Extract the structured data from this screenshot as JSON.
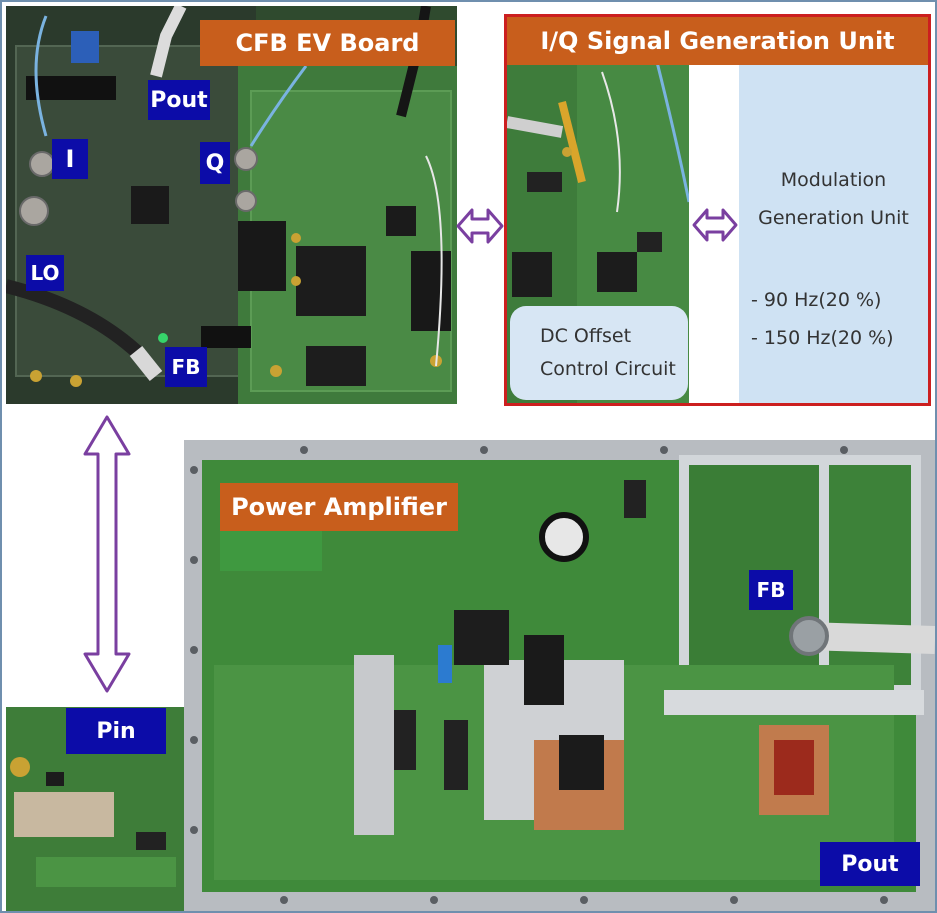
{
  "cfb_board": {
    "title": "CFB EV Board",
    "labels": {
      "i": "I",
      "q": "Q",
      "pout": "Pout",
      "lo": "LO",
      "fb": "FB"
    }
  },
  "iq_unit": {
    "title": "I/Q Signal  Generation Unit",
    "dc_offset": {
      "line1": "DC Offset",
      "line2": "Control Circuit"
    },
    "modulation": {
      "line1": "Modulation",
      "line2": "Generation Unit",
      "items": [
        "- 90 Hz(20 %)",
        "- 150 Hz(20 %)"
      ]
    }
  },
  "power_amplifier": {
    "title": "Power Amplifier",
    "labels": {
      "fb": "FB",
      "pin": "Pin",
      "pout": "Pout"
    }
  },
  "colors": {
    "banner": "#c85e1c",
    "label_bg": "#0c0ca8",
    "arrow": "#7a3fa0",
    "iq_border": "#cc1f1f",
    "panel_blue": "#cfe2f3",
    "pcb_green": "#3f7f3a",
    "metal": "#c8ccd0"
  }
}
